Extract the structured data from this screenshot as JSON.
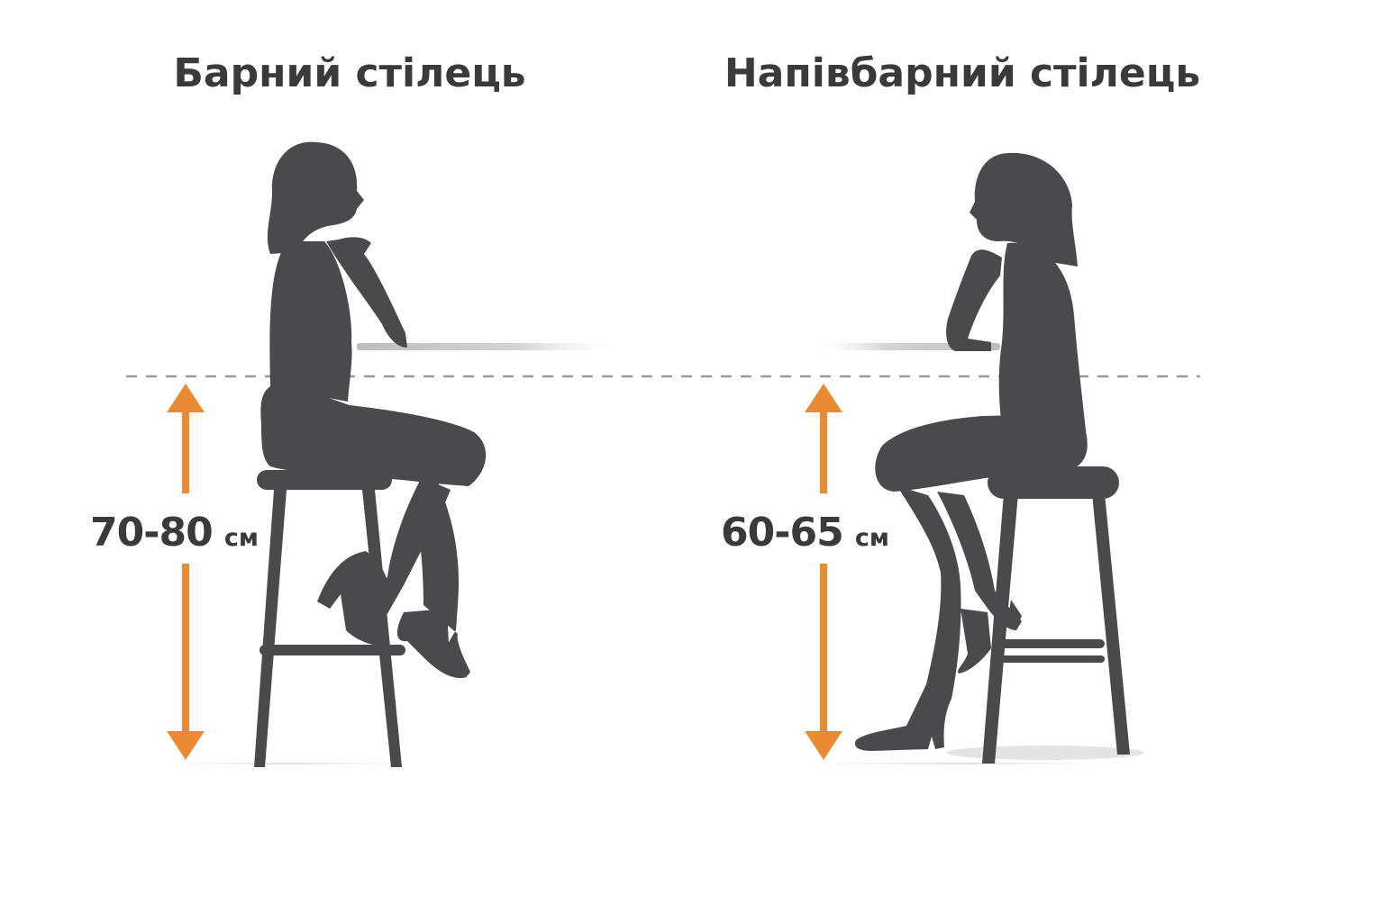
{
  "titles": {
    "bar_stool": "Барний стілець",
    "half_bar_stool": "Напівбарний стілець"
  },
  "measurements": {
    "bar_stool": {
      "value": "70-80",
      "unit": "см"
    },
    "half_bar_stool": {
      "value": "60-65",
      "unit": "см"
    }
  },
  "colors": {
    "silhouette": "#4a4a4c",
    "arrow": "#ea8a35",
    "guide_line": "#9a9a9a",
    "text": "#3a3a3c",
    "background": "#ffffff"
  }
}
